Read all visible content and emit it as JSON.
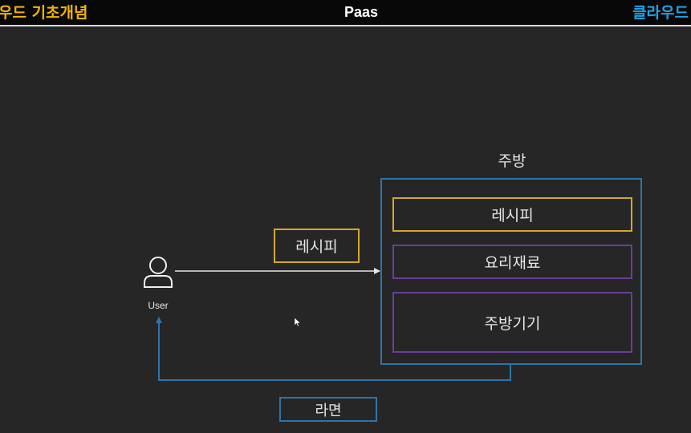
{
  "header": {
    "left_text": "우드 기초개념",
    "title": "Paas",
    "right_text": "클라우드"
  },
  "diagram": {
    "user_label": "User",
    "request_label": "레시피",
    "kitchen": {
      "label": "주방",
      "components": [
        "레시피",
        "요리재료",
        "주방기기"
      ]
    },
    "response_label": "라면"
  },
  "icons": [
    "user-icon",
    "cursor-icon"
  ]
}
